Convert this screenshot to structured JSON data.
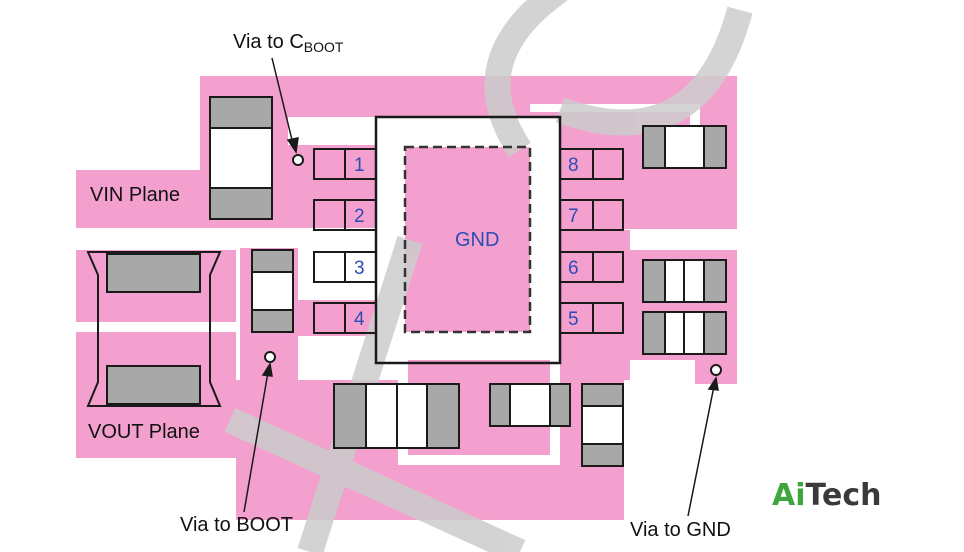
{
  "colors": {
    "copper": "#f4a0cf",
    "pad": "#a8a8a8",
    "outline": "#1a1a1a",
    "pin_text": "#2b4db5",
    "watermark": "#cccccc",
    "brand_green": "#3fa63f",
    "brand_dark": "#3a3a3a"
  },
  "labels": {
    "via_cboot_main": "Via to C",
    "via_cboot_sub": "BOOT",
    "vin_plane": "VIN Plane",
    "vout_plane": "VOUT Plane",
    "gnd": "GND",
    "via_boot": "Via to BOOT",
    "via_gnd": "Via to GND"
  },
  "pins": {
    "left": [
      "1",
      "2",
      "3",
      "4"
    ],
    "right": [
      "8",
      "7",
      "6",
      "5"
    ]
  },
  "brand": {
    "part1": "Ai",
    "part2": "Tech"
  }
}
